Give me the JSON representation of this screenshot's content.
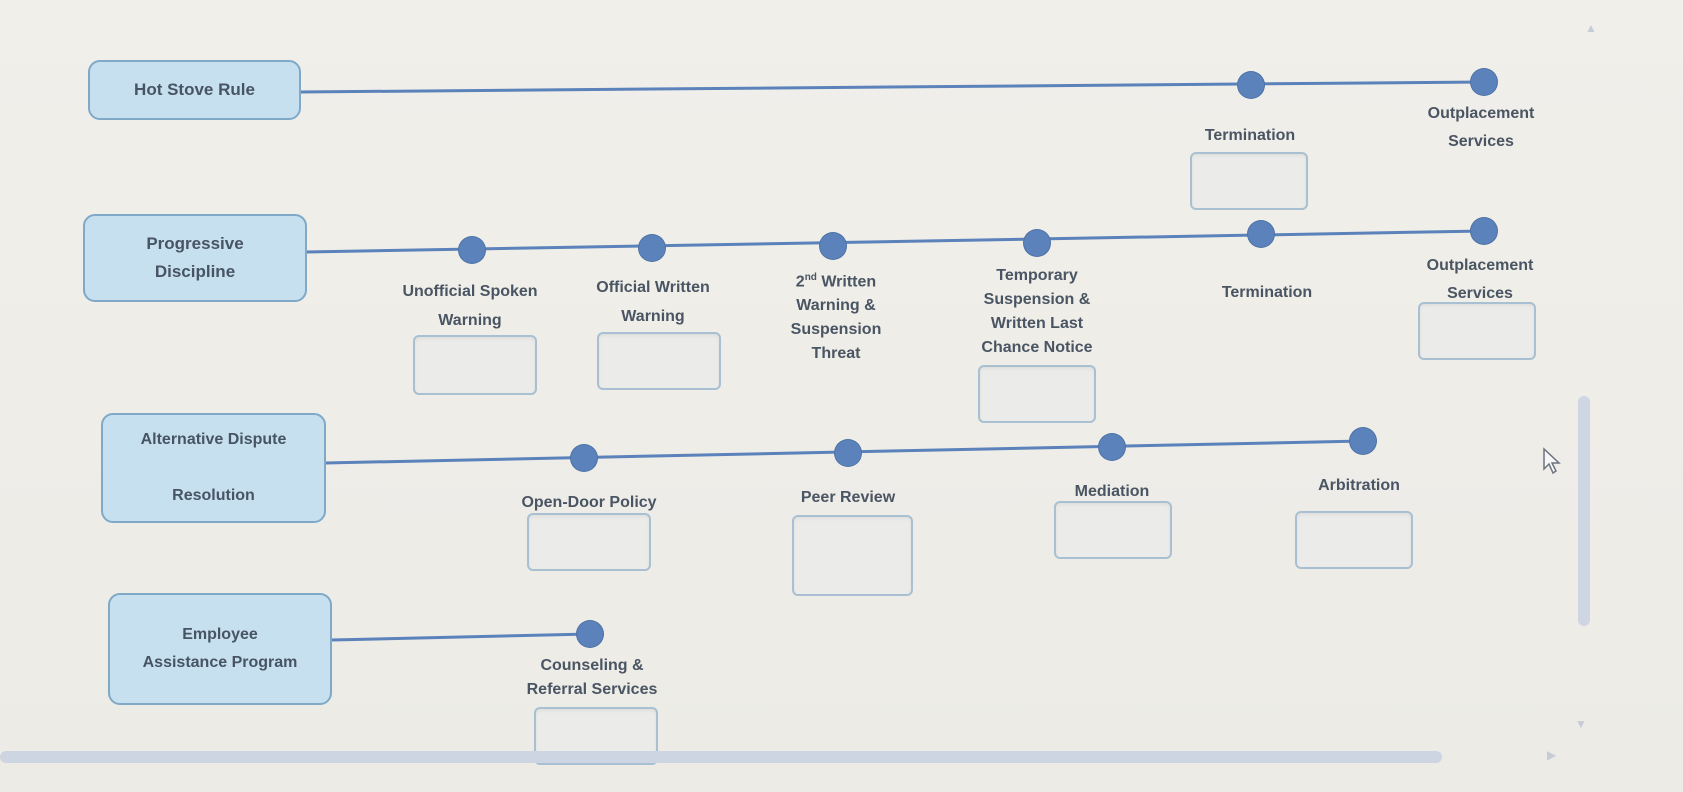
{
  "lanes": [
    {
      "title": "Hot Stove Rule",
      "stages": [
        {
          "label": "Termination"
        },
        {
          "label": "Outplacement\nServices"
        }
      ]
    },
    {
      "title": "Progressive\nDiscipline",
      "stages": [
        {
          "label": "Unofficial Spoken\nWarning"
        },
        {
          "label": "Official Written\nWarning"
        },
        {
          "label_prefix": "2",
          "label_sup": "nd",
          "label": " Written\nWarning &\nSuspension\nThreat"
        },
        {
          "label": "Temporary\nSuspension &\nWritten Last\nChance Notice"
        },
        {
          "label": "Termination"
        },
        {
          "label": "Outplacement\nServices"
        }
      ]
    },
    {
      "title": "Alternative Dispute\n\nResolution",
      "stages": [
        {
          "label": "Open-Door Policy"
        },
        {
          "label": "Peer Review"
        },
        {
          "label": "Mediation"
        },
        {
          "label": "Arbitration"
        }
      ]
    },
    {
      "title": "Employee\nAssistance Program",
      "stages": [
        {
          "label": "Counseling &\nReferral Services"
        }
      ]
    }
  ],
  "colors": {
    "lane_fill": "#c7e0ef",
    "lane_border": "#7fa9c6",
    "connector": "#5b82ba",
    "answer_border": "#a8c0d2"
  },
  "icons": {
    "scroll_up": "triangle-up-icon",
    "scroll_down": "triangle-down-icon",
    "scroll_right": "triangle-right-icon",
    "cursor": "mouse-pointer-icon"
  }
}
